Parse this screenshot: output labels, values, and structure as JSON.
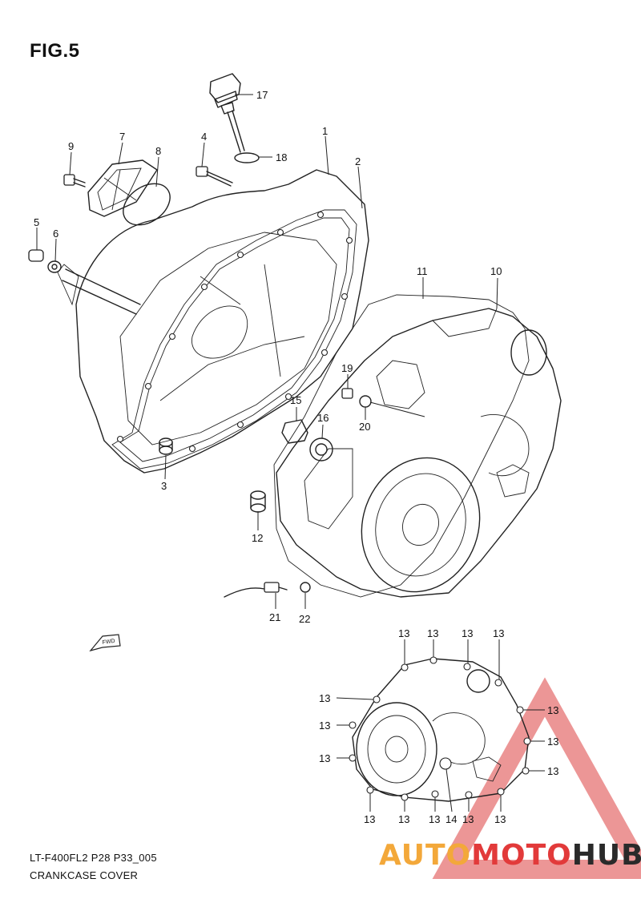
{
  "figure": {
    "title": "FIG.5"
  },
  "callouts": {
    "c1": "1",
    "c2": "2",
    "c3": "3",
    "c4": "4",
    "c5": "5",
    "c6": "6",
    "c7": "7",
    "c8": "8",
    "c9": "9",
    "c10": "10",
    "c11": "11",
    "c12": "12",
    "c13": "13",
    "c14": "14",
    "c15": "15",
    "c16": "16",
    "c17": "17",
    "c18": "18",
    "c19": "19",
    "c20": "20",
    "c21": "21",
    "c22": "22"
  },
  "fwd_label": "FWD",
  "footer": {
    "code": "LT-F400FL2 P28 P33_005",
    "title": "CRANKCASE COVER"
  },
  "watermark": {
    "part1": "AUTO",
    "part2": "MOTO",
    "part3": "HUB",
    "colors": {
      "auto": "#f3a83a",
      "moto": "#e23a3a",
      "hub": "#2a2a2a",
      "triangle": "#e23a3a"
    }
  }
}
